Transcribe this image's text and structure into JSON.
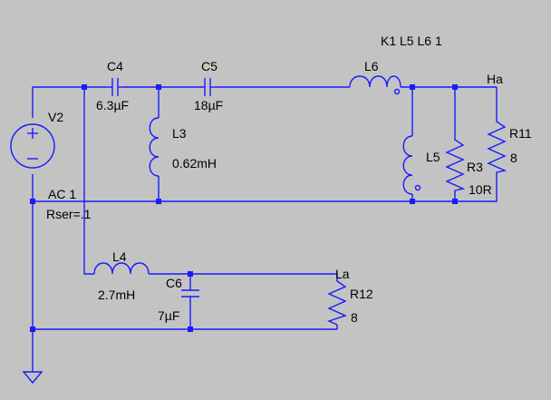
{
  "directive": "K1 L5 L6 1",
  "source": {
    "name": "V2",
    "value": "AC 1",
    "param": "Rser=.1"
  },
  "nets": {
    "high": "Ha",
    "low": "La"
  },
  "components": {
    "C4": {
      "name": "C4",
      "value": "6.3µF"
    },
    "C5": {
      "name": "C5",
      "value": "18µF"
    },
    "L6": {
      "name": "L6"
    },
    "L3": {
      "name": "L3",
      "value": "0.62mH"
    },
    "L5": {
      "name": "L5"
    },
    "R3": {
      "name": "R3",
      "value": "10R"
    },
    "R11": {
      "name": "R11",
      "value": "8"
    },
    "L4": {
      "name": "L4",
      "value": "2.7mH"
    },
    "C6": {
      "name": "C6",
      "value": "7µF"
    },
    "R12": {
      "name": "R12",
      "value": "8"
    }
  },
  "colors": {
    "background": "#c3c3c3",
    "wire": "#1a1aff",
    "text": "#000000"
  }
}
